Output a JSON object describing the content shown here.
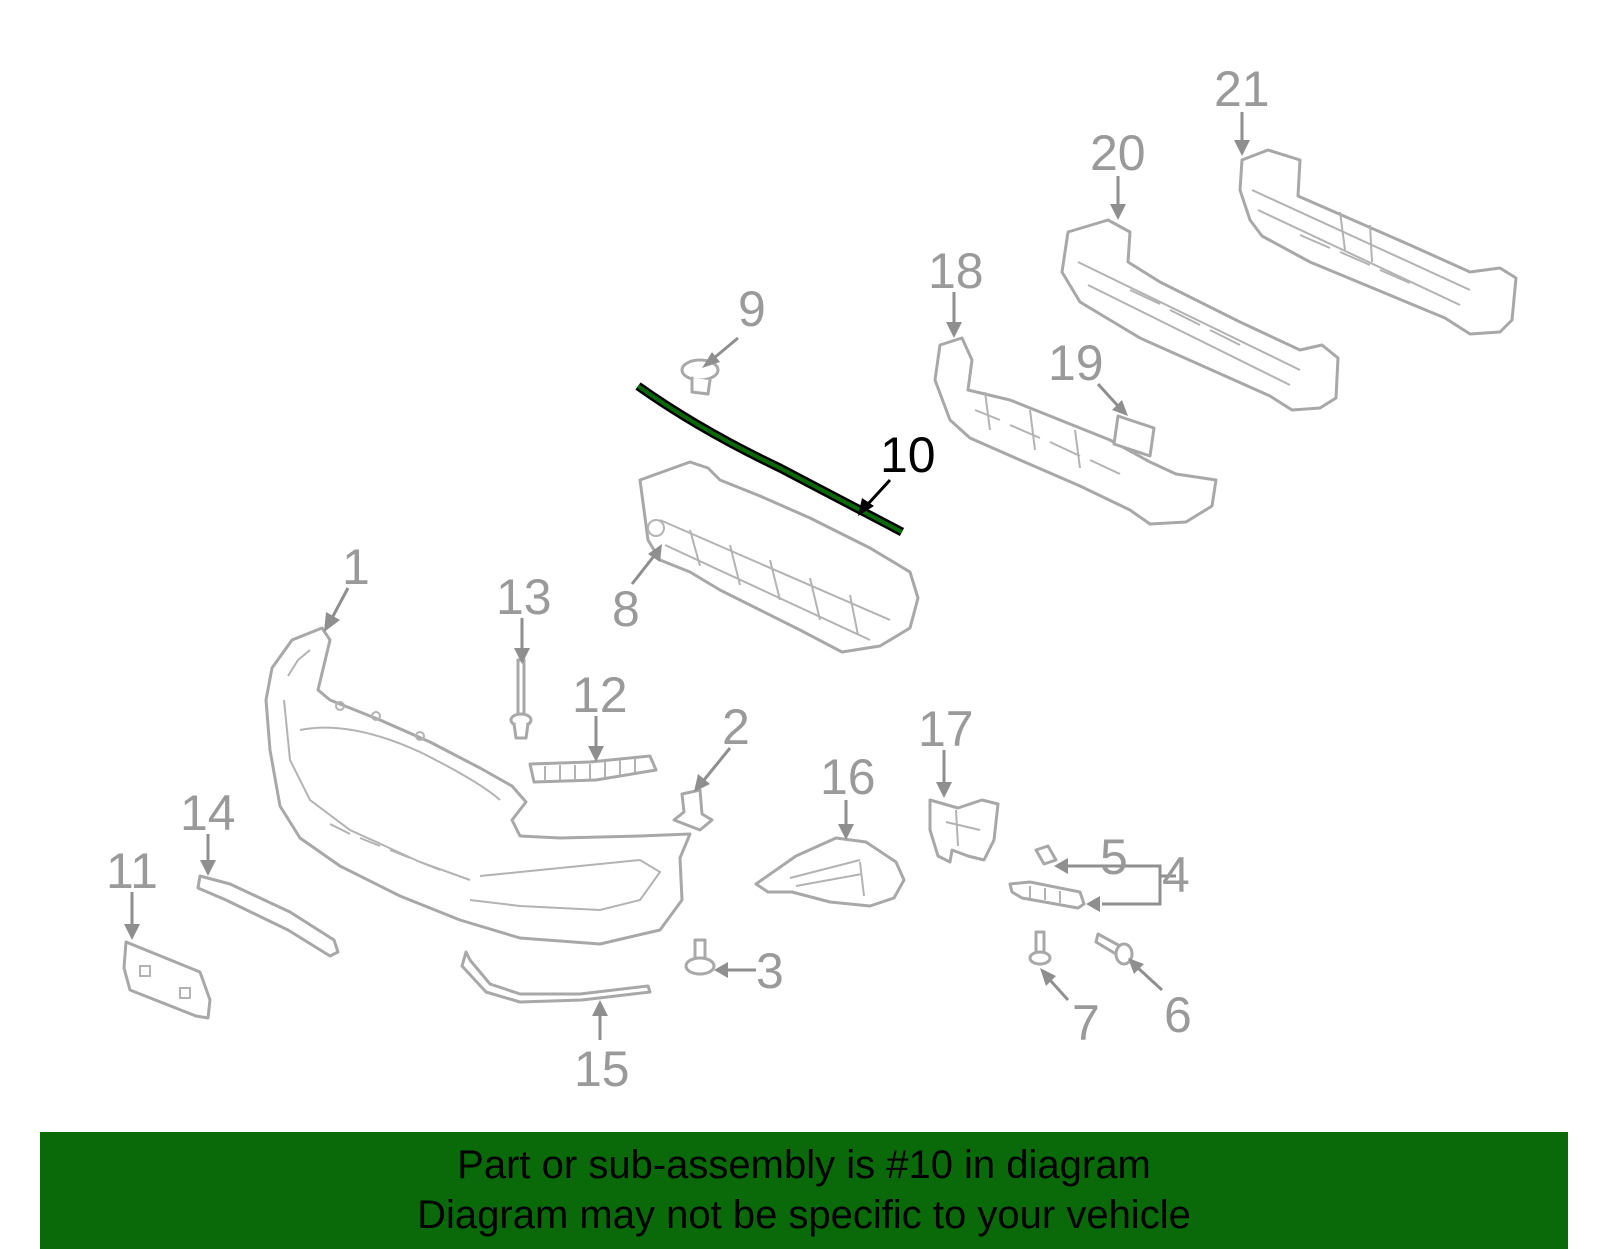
{
  "highlighted_part": "10",
  "labels": [
    "1",
    "2",
    "3",
    "4",
    "5",
    "6",
    "7",
    "8",
    "9",
    "10",
    "11",
    "12",
    "13",
    "14",
    "15",
    "16",
    "17",
    "18",
    "19",
    "20",
    "21"
  ],
  "colors": {
    "banner": "#0a6a0a",
    "highlight": "#0a6a0a",
    "label": "#9a9a9a",
    "part_stroke": "#a8a8a8"
  },
  "banner": {
    "line1": "Part or sub-assembly is #10 in diagram",
    "line2": "Diagram may not be specific to your vehicle"
  }
}
